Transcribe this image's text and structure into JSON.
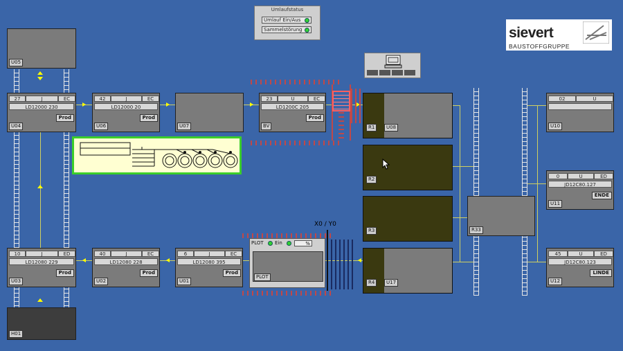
{
  "legend": {
    "title": "Umlaufstatus",
    "rows": [
      "Umlauf Ein/Aus",
      "Sammelstörung"
    ]
  },
  "logo": {
    "name": "sievert",
    "subtitle": "BAUSTOFFGRUPPE"
  },
  "stations": {
    "U05": {
      "label": "U05"
    },
    "U04": {
      "label": "U04",
      "num": "27",
      "c2": "J",
      "c3": "EC",
      "order": "LD12000 230",
      "status": "Prod"
    },
    "U06": {
      "label": "U06",
      "num": "42",
      "c2": "J",
      "c3": "EC",
      "order": "LD12000 20",
      "status": "Prod"
    },
    "U07": {
      "label": "U07"
    },
    "BV": {
      "label": "BV",
      "num": "23",
      "c2": "U",
      "c3": "EC",
      "order": "LD1200C 205",
      "status": "Prod"
    },
    "R1": {
      "label": "R1",
      "label2": "U08"
    },
    "R2": {
      "label": "R2"
    },
    "R3": {
      "label": "R3"
    },
    "R4": {
      "label": "R4",
      "label2": "U17"
    },
    "R33": {
      "label": "R33"
    },
    "U10": {
      "label": "U10",
      "num": "02",
      "c2": "U"
    },
    "U11": {
      "label": "U11",
      "num": "0",
      "c2": "U",
      "c3": "ED",
      "order": "JD12C80.127",
      "status": "ENDE"
    },
    "U12": {
      "label": "U12",
      "num": "45",
      "c2": "U",
      "c3": "ED",
      "order": "JD12C80.123",
      "status": "LINDE"
    },
    "U03": {
      "label": "U03",
      "num": "10",
      "c2": "J",
      "c3": "ED",
      "order": "LD12080 229",
      "status": "Prod"
    },
    "U02": {
      "label": "U02",
      "num": "40",
      "c2": "J",
      "c3": "EC",
      "order": "LD12080 228",
      "status": "Prod"
    },
    "U01": {
      "label": "U01",
      "num": "6",
      "c2": "J",
      "c3": "EC",
      "order": "LD12080 395",
      "status": "Prod"
    },
    "H01": {
      "label": "H01"
    }
  },
  "plot": {
    "coords": "X0 / Y0",
    "name": "PLOT",
    "ein": "Ein",
    "pct": "%",
    "box_label": "PLOT"
  }
}
